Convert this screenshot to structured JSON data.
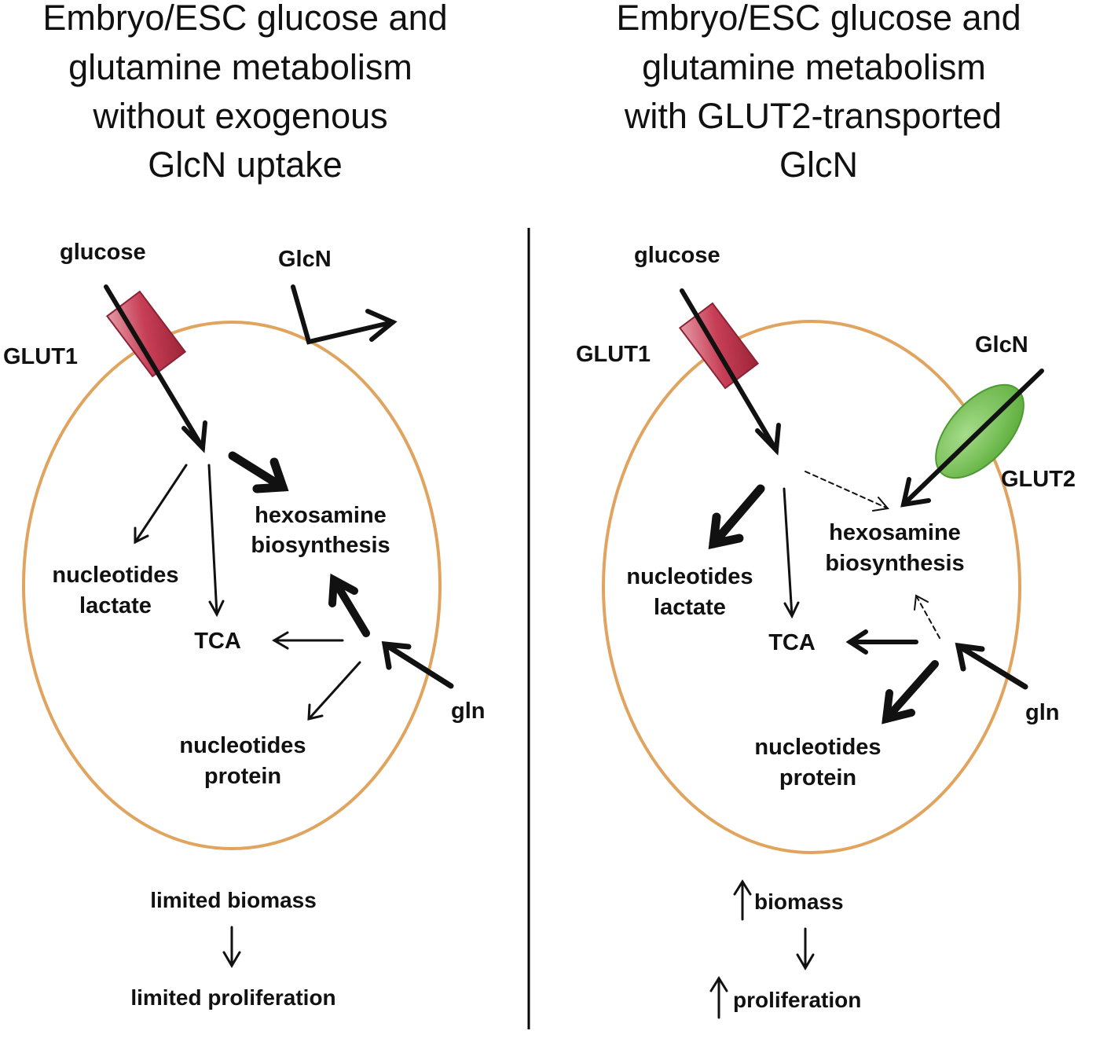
{
  "colors": {
    "membrane": "#E0A45F",
    "glut1": "#C73E55",
    "glut2": "#6CBF4A",
    "arrow": "#111111",
    "divider": "#000000"
  },
  "left_panel": {
    "title_lines": [
      "Embryo/ESC glucose and",
      "glutamine metabolism",
      "without exogenous",
      "GlcN uptake"
    ],
    "labels": {
      "glucose": "glucose",
      "glcn": "GlcN",
      "glut1": "GLUT1",
      "hexosamine_1": "hexosamine",
      "hexosamine_2": "biosynthesis",
      "nucleotides_lactate_1": "nucleotides",
      "nucleotides_lactate_2": "lactate",
      "tca": "TCA",
      "gln": "gln",
      "nucleotides_protein_1": "nucleotides",
      "nucleotides_protein_2": "protein",
      "biomass": "limited biomass",
      "proliferation": "limited proliferation"
    }
  },
  "right_panel": {
    "title_lines": [
      "Embryo/ESC glucose and",
      "glutamine metabolism",
      "with GLUT2-transported",
      "GlcN"
    ],
    "labels": {
      "glucose": "glucose",
      "glcn": "GlcN",
      "glut1": "GLUT1",
      "glut2": "GLUT2",
      "hexosamine_1": "hexosamine",
      "hexosamine_2": "biosynthesis",
      "nucleotides_lactate_1": "nucleotides",
      "nucleotides_lactate_2": "lactate",
      "tca": "TCA",
      "gln": "gln",
      "nucleotides_protein_1": "nucleotides",
      "nucleotides_protein_2": "protein",
      "biomass": "biomass",
      "proliferation": "proliferation"
    }
  }
}
